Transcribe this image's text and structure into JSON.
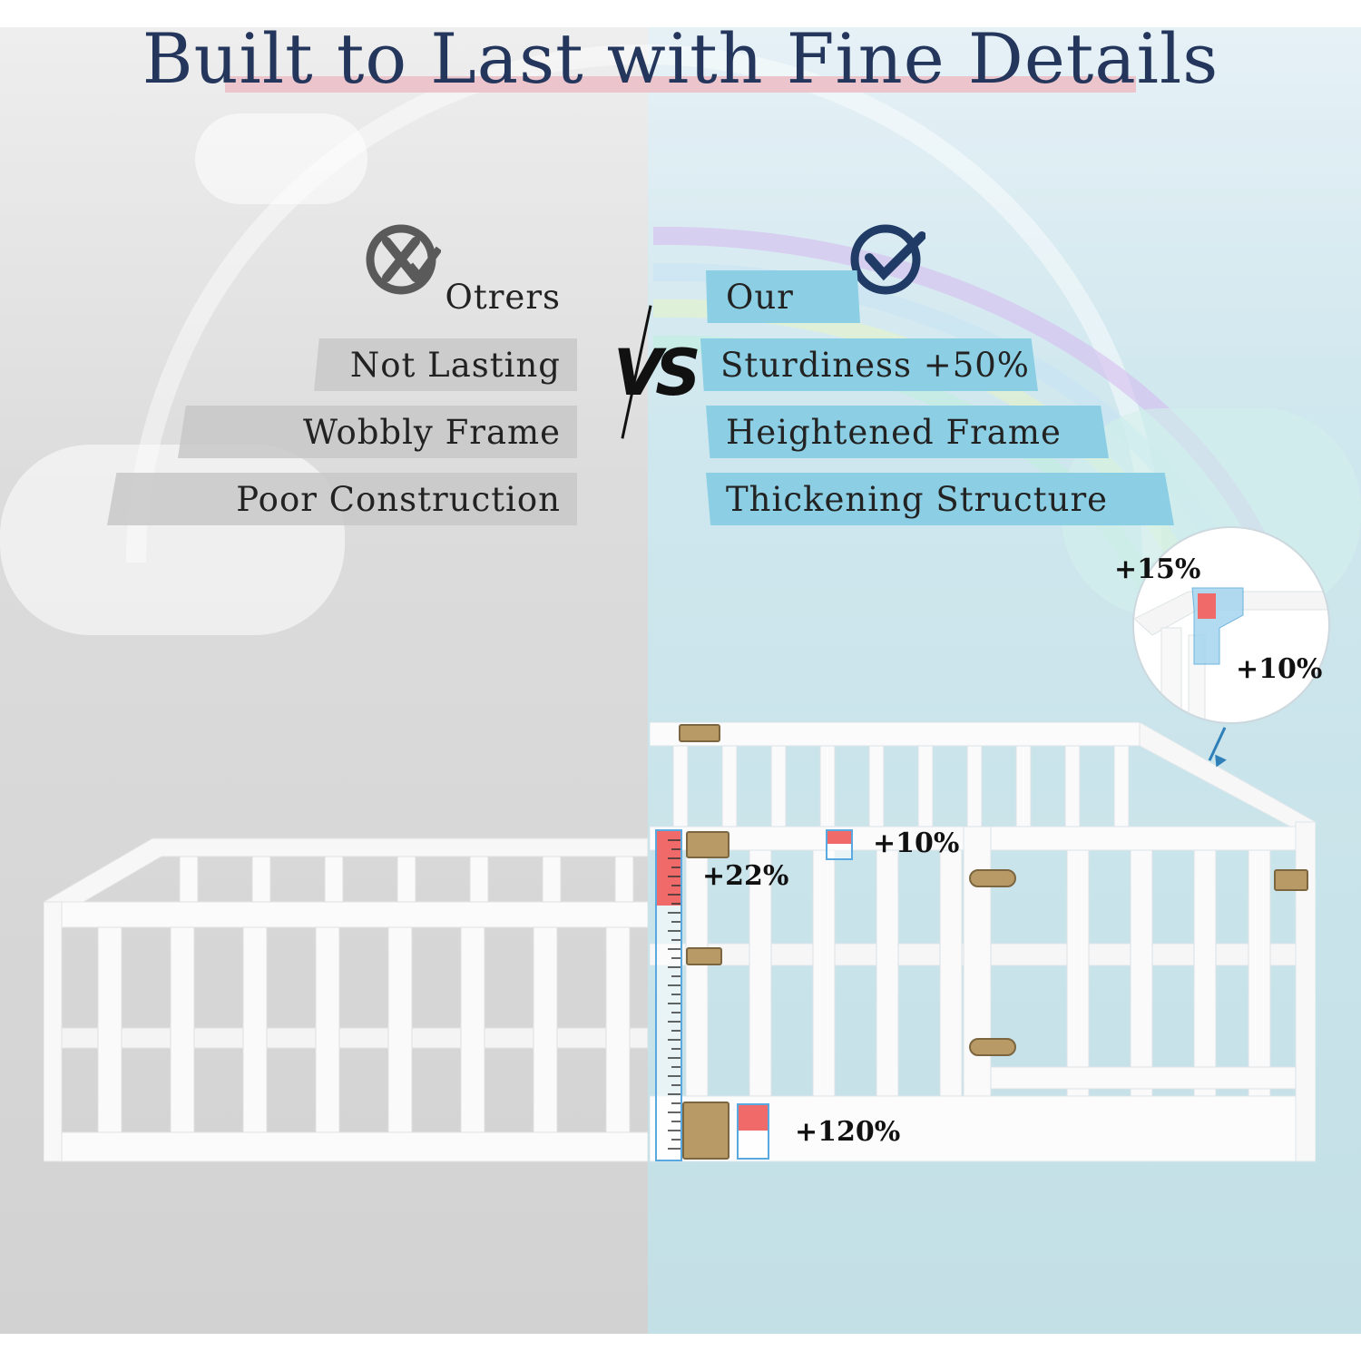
{
  "title": "Built to Last with Fine Details",
  "vs_label": "VS",
  "others": {
    "icon": "x-circle-icon",
    "heading": "Otrers",
    "items": [
      "Not Lasting",
      "Wobbly Frame",
      "Poor Construction"
    ]
  },
  "ours": {
    "icon": "check-circle-icon",
    "heading": "Our",
    "items": [
      "Sturdiness +50%",
      "Heightened Frame",
      "Thickening Structure"
    ]
  },
  "annotations": {
    "zoom_top": "+15%",
    "zoom_side": "+10%",
    "top_rail": "+10%",
    "post": "+22%",
    "bottom": "+120%"
  },
  "colors": {
    "title": "#24365c",
    "title_underline": "#ecc4cb",
    "others_bar": "#c8c8c8",
    "ours_bar": "#8ccfe4",
    "accent_blue": "#2f7fb8",
    "ruler_red": "#f06a6a"
  }
}
